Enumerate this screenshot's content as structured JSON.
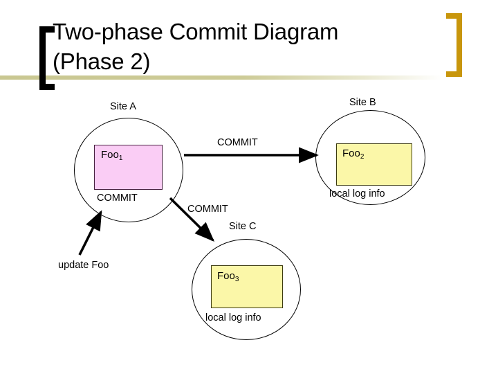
{
  "slide": {
    "title": "Two-phase Commit Diagram\n(Phase 2)",
    "accent_color_left_bracket": "#000000",
    "accent_color_right_bracket": "#C8960C",
    "band_color": "#C9C791",
    "background": "#FFFFFF"
  },
  "diagram": {
    "type": "node-link",
    "nodes": [
      {
        "id": "site-a",
        "label": "Site A",
        "box_text": "Foo",
        "box_subscript": "1",
        "box_fill": "#FACDF5",
        "box_border": "#46203F",
        "caption": "COMMIT"
      },
      {
        "id": "site-b",
        "label": "Site B",
        "box_text": "Foo",
        "box_subscript": "2",
        "box_fill": "#FBF7A8",
        "box_border": "#3D3B10",
        "caption": "local log info"
      },
      {
        "id": "site-c",
        "label": "Site C",
        "box_text": "Foo",
        "box_subscript": "3",
        "box_fill": "#FBF7A8",
        "box_border": "#3D3B10",
        "caption": "local log info"
      }
    ],
    "edges": [
      {
        "id": "a-to-b",
        "label": "COMMIT",
        "from": "site-a",
        "to": "site-b"
      },
      {
        "id": "a-to-c",
        "label": "COMMIT",
        "from": "site-a",
        "to": "site-c"
      },
      {
        "id": "in-to-a",
        "label": "update Foo",
        "from": "external",
        "to": "site-a"
      }
    ]
  }
}
